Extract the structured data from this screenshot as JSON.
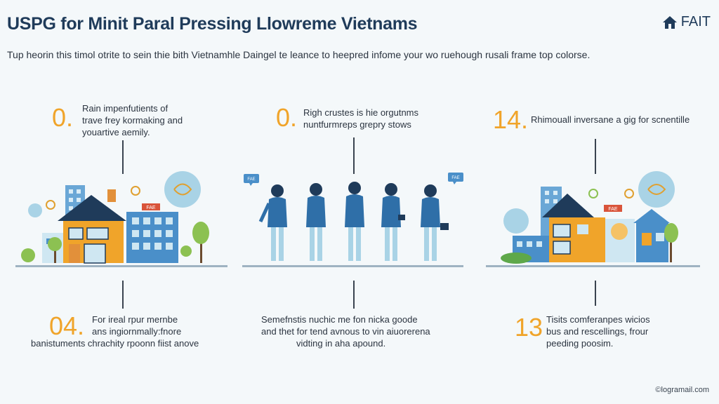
{
  "header": {
    "title": "USPG for Minit Paral Pressing Llowreme Vietnams",
    "brand_label": "FAIT",
    "subtitle": "Tup heorin this timol otrite to sein thie bith Vietnamhle Daingel te leance to heepred infome your wo ruehough rusali frame top colorse."
  },
  "top_items": [
    {
      "number": "0.",
      "text_line1": "Rain impenfutients of",
      "text_line2": "trave frey kormaking and",
      "text_line3": "youartive aemily."
    },
    {
      "number": "0.",
      "text_line1": "Righ crustes is hie orgutnms",
      "text_line2": "nuntfurmreps grepry stows",
      "text_line3": ""
    },
    {
      "number": "14.",
      "text_line1": "Rhimouall inversane a gig for scnentille",
      "text_line2": "",
      "text_line3": ""
    }
  ],
  "bottom_items": [
    {
      "number": "04.",
      "text_line1": "For ireal rpur mernbe",
      "text_line2": "ans ingiornmally:fnore",
      "text_line3": "banistuments chrachity rpoonn fiist anove"
    },
    {
      "number": "",
      "text_line1": "Semefnstis nuchic me fon nicka goode",
      "text_line2": "and thet for tend avnous to vin aiuorerena",
      "text_line3": "vidting in aha apound."
    },
    {
      "number": "13",
      "text_line1": "Tisits comferanpes wicios",
      "text_line2": "bus and rescellings, frour",
      "text_line3": "peeding poosim."
    }
  ],
  "scene_labels": {
    "left_sign": "FAE",
    "middle_bubble_left": "FAE",
    "middle_bubble_right": "FAE",
    "right_sign": "FAE"
  },
  "footer": {
    "credit": "©logramail.com"
  },
  "colors": {
    "accent": "#f0a42a",
    "navy": "#1f3b5a",
    "blue": "#4a8fc9",
    "light_blue": "#a9d3e6",
    "background": "#f4f8fa"
  }
}
